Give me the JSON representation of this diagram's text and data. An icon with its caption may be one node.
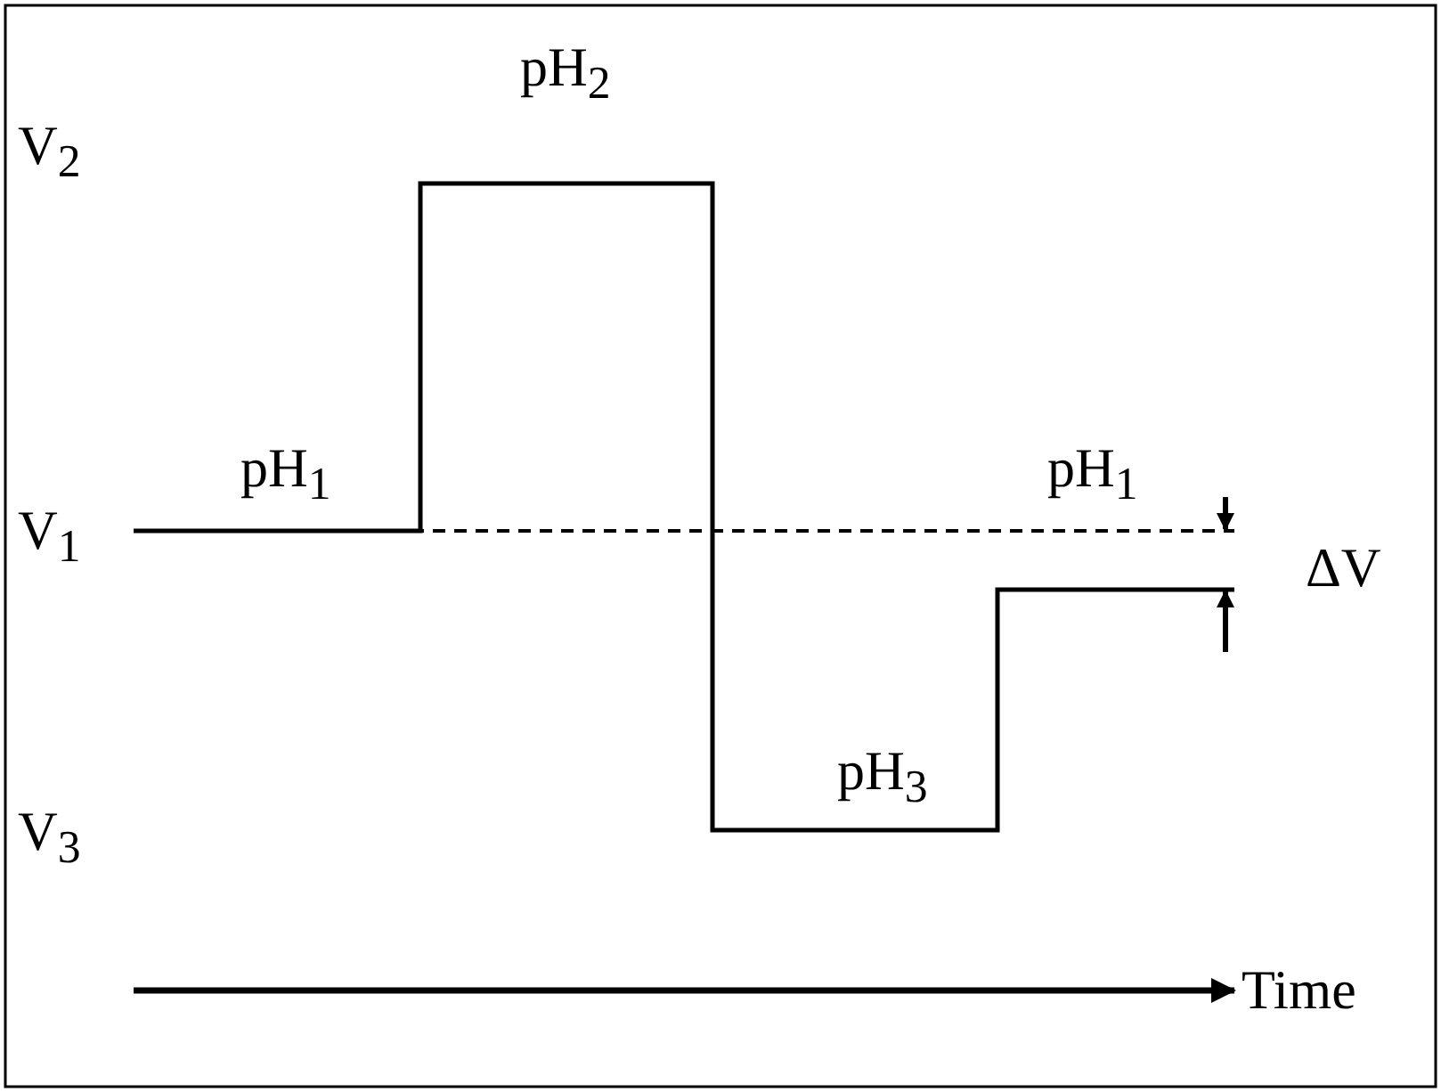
{
  "diagram": {
    "labels": [
      "pH$_{2}$",
      "V$_{2}$",
      "pH$_{1}$",
      "pH$_{1}$",
      "V$_{1}$",
      "ΔV",
      "pH$_{3}$",
      "V$_{3}$",
      "Time"
    ]
  }
}
